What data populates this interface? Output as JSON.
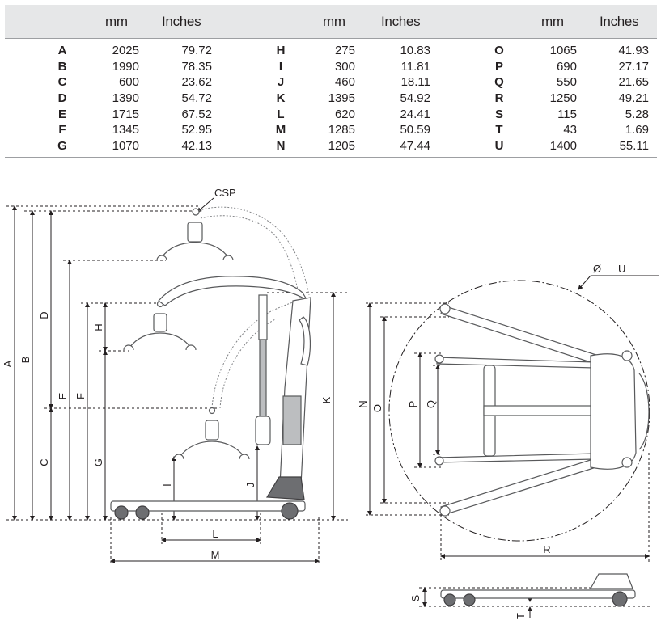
{
  "table": {
    "headers": {
      "mm": "mm",
      "inches": "Inches"
    },
    "columns": [
      {
        "letters": [
          "A",
          "B",
          "C",
          "D",
          "E",
          "F",
          "G"
        ],
        "mm": [
          "2025",
          "1990",
          "600",
          "1390",
          "1715",
          "1345",
          "1070"
        ],
        "inches": [
          "79.72",
          "78.35",
          "23.62",
          "54.72",
          "67.52",
          "52.95",
          "42.13"
        ]
      },
      {
        "letters": [
          "H",
          "I",
          "J",
          "K",
          "L",
          "M",
          "N"
        ],
        "mm": [
          "275",
          "300",
          "460",
          "1395",
          "620",
          "1285",
          "1205"
        ],
        "inches": [
          "10.83",
          "11.81",
          "18.11",
          "54.92",
          "24.41",
          "50.59",
          "47.44"
        ]
      },
      {
        "letters": [
          "O",
          "P",
          "Q",
          "R",
          "S",
          "T",
          "U"
        ],
        "mm": [
          "1065",
          "690",
          "550",
          "1250",
          "115",
          "43",
          "1400"
        ],
        "inches": [
          "41.93",
          "27.17",
          "21.65",
          "49.21",
          "5.28",
          "1.69",
          "55.11"
        ]
      }
    ]
  },
  "diagram": {
    "csp_label": "CSP",
    "diameter_symbol": "Ø",
    "labels": {
      "A": "A",
      "B": "B",
      "C": "C",
      "D": "D",
      "E": "E",
      "F": "F",
      "G": "G",
      "H": "H",
      "I": "I",
      "J": "J",
      "K": "K",
      "L": "L",
      "M": "M",
      "N": "N",
      "O": "O",
      "P": "P",
      "Q": "Q",
      "R": "R",
      "S": "S",
      "T": "T",
      "U": "U"
    }
  }
}
